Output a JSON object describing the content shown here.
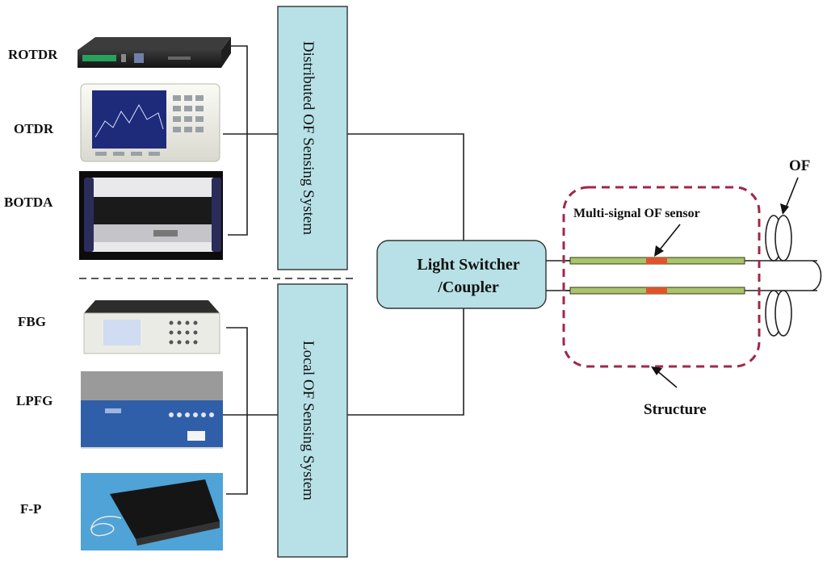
{
  "devices": {
    "rotdr": "ROTDR",
    "otdr": "OTDR",
    "botda": "BOTDA",
    "fbg": "FBG",
    "lpfg": "LPFG",
    "fp": "F-P"
  },
  "systems": {
    "distributed": "Distributed OF Sensing System",
    "local": "Local OF Sensing System"
  },
  "switcher": {
    "line1": "Light Switcher",
    "line2": "/Coupler"
  },
  "structure": {
    "sensor_label": "Multi-signal OF sensor",
    "of_label": "OF",
    "structure_label": "Structure"
  },
  "colors": {
    "box_fill": "#b7e1e6",
    "structure_outline": "#a0284a",
    "fiber_green": "#a9c46a",
    "sensor_red": "#e0542a"
  }
}
